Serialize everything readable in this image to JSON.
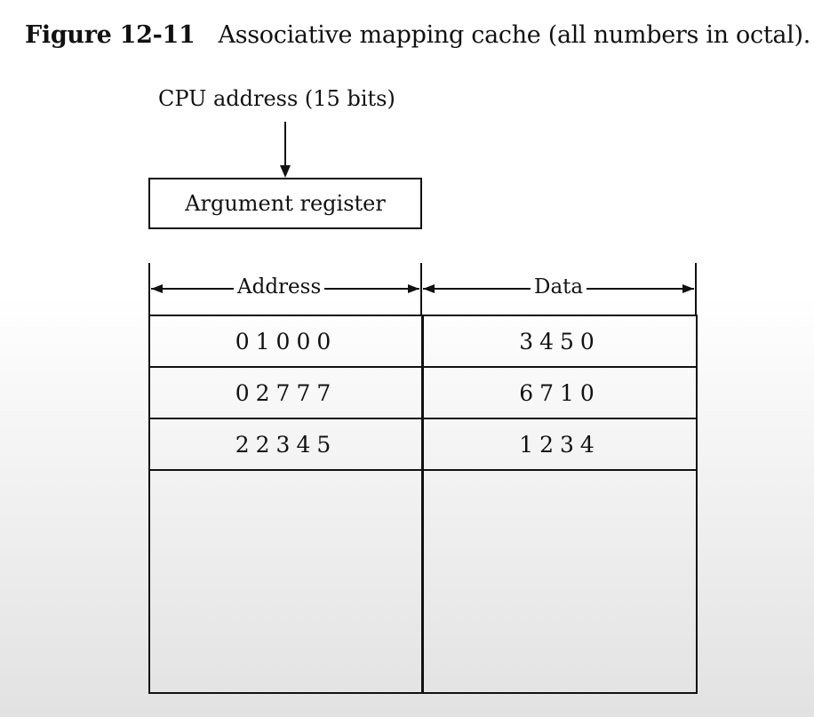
{
  "caption": {
    "figure_number": "Figure 12-11",
    "text": "Associative mapping cache (all numbers in octal)."
  },
  "cpu_address_label": "CPU address (15 bits)",
  "argument_register_label": "Argument register",
  "columns": {
    "address": "Address",
    "data": "Data"
  },
  "rows": [
    {
      "address": "01000",
      "data": "3450"
    },
    {
      "address": "02777",
      "data": "6710"
    },
    {
      "address": "22345",
      "data": "1234"
    }
  ]
}
